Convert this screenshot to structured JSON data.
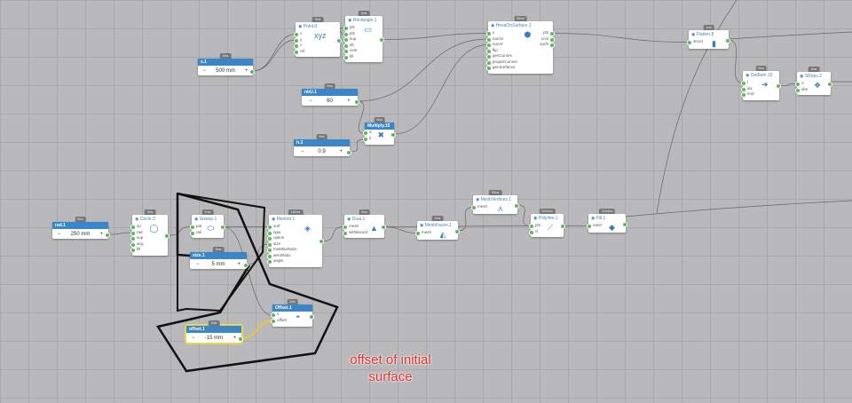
{
  "sliders": [
    {
      "id": "x1",
      "name": "x.1",
      "value": "500 mm",
      "time": "0ms",
      "minus": "−",
      "plus": "+"
    },
    {
      "id": "nbu",
      "name": "nbU.1",
      "value": "60",
      "time": "0ms",
      "minus": "−",
      "plus": "+"
    },
    {
      "id": "h3",
      "name": "h.3",
      "value": "0.9",
      "time": "0ms",
      "minus": "−",
      "plus": "+"
    },
    {
      "id": "rad",
      "name": "rad.1",
      "value": "250 mm",
      "time": "0ms",
      "minus": "−",
      "plus": "+"
    },
    {
      "id": "size",
      "name": "size.1",
      "value": "5 mm",
      "time": "0ms",
      "minus": "−",
      "plus": "+"
    },
    {
      "id": "off",
      "name": "offset.1",
      "value": "-15 mm",
      "time": "0ms",
      "minus": "−",
      "plus": "+",
      "selected": true
    }
  ],
  "nodes": [
    {
      "id": "point",
      "name": "Point.0",
      "time": "0ms",
      "inputs": [
        "x",
        "y",
        "z",
        "ref"
      ],
      "outputs": [
        ""
      ],
      "icon": "xyz"
    },
    {
      "id": "rect",
      "name": "Rectangle.1",
      "time": "0ms",
      "inputs": [
        "pl1",
        "pl2",
        "sup",
        "dir",
        "cent",
        "fill"
      ],
      "outputs": [
        ""
      ],
      "icon": "▭"
    },
    {
      "id": "hexa",
      "name": "HexaOnSurface.1",
      "time": "88ms",
      "inputs": [
        "s",
        "numU",
        "numV",
        "flip",
        "genCurves",
        "projectCurves",
        "genSurfaces"
      ],
      "outputs": [
        "pts",
        "crvs",
        "surfs"
      ],
      "icon": "⬢"
    },
    {
      "id": "mult",
      "name": "Multiply.15",
      "time": "0ms",
      "inputs": [
        "a",
        "b"
      ],
      "outputs": [
        ""
      ],
      "icon": "✖",
      "blue": true
    },
    {
      "id": "circle",
      "name": "Circle.3",
      "time": "0ms",
      "inputs": [
        "cp",
        "rad",
        "sup",
        "ang",
        "fill"
      ],
      "outputs": [
        ""
      ],
      "icon": "◯"
    },
    {
      "id": "sweep",
      "name": "Sweep.1",
      "time": "1ms",
      "inputs": [
        "pat",
        "rail"
      ],
      "outputs": [
        ""
      ],
      "icon": "⬭"
    },
    {
      "id": "mesher",
      "name": "Mesher.1",
      "time": "180ms",
      "inputs": [
        "surf",
        "type",
        "option",
        "size",
        "minMaxRatio",
        "aeroRatio",
        "angle"
      ],
      "outputs": [
        ""
      ],
      "icon": "◈"
    },
    {
      "id": "offset",
      "name": "Offset.1",
      "time": "2ms",
      "inputs": [
        "s",
        "offset"
      ],
      "outputs": [
        ""
      ],
      "icon": "◓",
      "blue": true
    },
    {
      "id": "dual",
      "name": "Dual.1",
      "time": "9ms",
      "inputs": [
        "mesh",
        "withBound"
      ],
      "outputs": [
        ""
      ],
      "icon": "▲"
    },
    {
      "id": "faces",
      "name": "MeshFaces.1",
      "time": "2ms",
      "inputs": [
        "mesh"
      ],
      "outputs": [
        ""
      ],
      "icon": "◭"
    },
    {
      "id": "verts",
      "name": "MeshVertices.1",
      "time": "30ms",
      "inputs": [
        "mesh"
      ],
      "outputs": [
        ""
      ],
      "icon": "⋏"
    },
    {
      "id": "poly",
      "name": "Polyline.1",
      "time": "3000ms",
      "inputs": [
        "pts",
        "cl"
      ],
      "outputs": [
        ""
      ],
      "icon": "⟋"
    },
    {
      "id": "fill",
      "name": "Fill.1",
      "time": "2140ms",
      "inputs": [
        "outer"
      ],
      "outputs": [
        ""
      ],
      "icon": "◆"
    },
    {
      "id": "flat",
      "name": "Flatten.8",
      "time": "1ms",
      "inputs": [
        "struct"
      ],
      "outputs": [
        ""
      ],
      "icon": "▮"
    },
    {
      "id": "getitem",
      "name": "GetItem.15",
      "time": "0ms",
      "inputs": [
        "l",
        "idx",
        "end"
      ],
      "outputs": [
        ""
      ],
      "icon": "➜"
    },
    {
      "id": "sreps",
      "name": "SReps.2",
      "time": "4ms",
      "inputs": [
        "A",
        "dim"
      ],
      "outputs": [
        ""
      ],
      "icon": "❖"
    }
  ],
  "connections": [
    [
      "x1",
      "point",
      0
    ],
    [
      "x1",
      "point",
      1
    ],
    [
      "point",
      "rect",
      0
    ],
    [
      "rect",
      "hexa",
      0
    ],
    [
      "nbu",
      "hexa",
      1
    ],
    [
      "nbu",
      "mult",
      0
    ],
    [
      "h3",
      "mult",
      1
    ],
    [
      "mult",
      "hexa",
      2
    ],
    [
      "hexa",
      "flat",
      0
    ],
    [
      "rad",
      "circle",
      1
    ],
    [
      "circle",
      "sweep",
      0
    ],
    [
      "sweep",
      "mesher",
      0
    ],
    [
      "sweep",
      "offset",
      0
    ],
    [
      "size",
      "mesher",
      3
    ],
    [
      "off",
      "offset",
      1
    ],
    [
      "mesher",
      "dual",
      0
    ],
    [
      "dual",
      "faces",
      0
    ],
    [
      "faces",
      "verts",
      0
    ],
    [
      "verts",
      "poly",
      0
    ],
    [
      "dual",
      "poly",
      0
    ],
    [
      "poly",
      "fill",
      0
    ],
    [
      "flat",
      "getitem",
      0
    ],
    [
      "getitem",
      "sreps",
      0
    ]
  ],
  "annotation": "offset of initial surface"
}
